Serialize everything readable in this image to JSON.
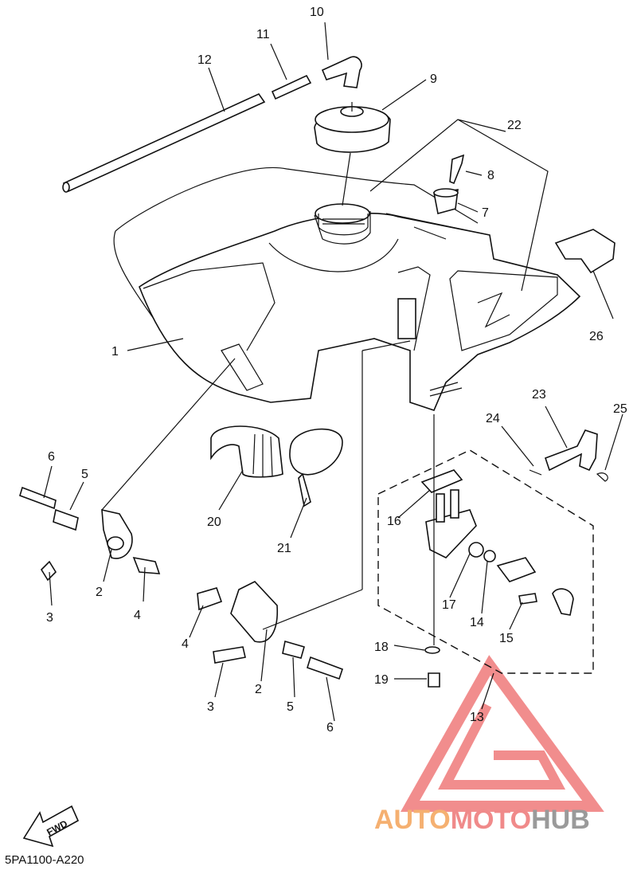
{
  "diagram": {
    "code": "5PA1100-A220",
    "fwd_label": "FWD",
    "callouts": [
      "1",
      "2",
      "3",
      "4",
      "5",
      "6",
      "7",
      "8",
      "9",
      "10",
      "11",
      "12",
      "13",
      "14",
      "15",
      "16",
      "17",
      "18",
      "19",
      "20",
      "21",
      "22",
      "23",
      "24",
      "25",
      "26",
      "2",
      "3",
      "4",
      "5",
      "6"
    ]
  },
  "watermark": {
    "part_a": "AUTO",
    "part_b": "MOTO",
    "part_c": "HUB",
    "color_a": "#f5b071",
    "color_b": "#f08a8a",
    "color_c": "#9a9a9a"
  }
}
